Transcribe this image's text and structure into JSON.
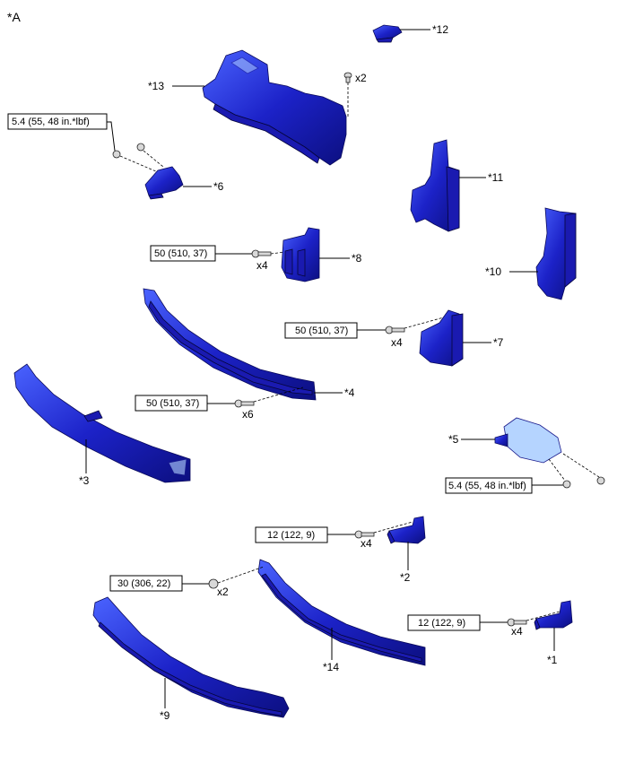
{
  "diagram_label": "*A",
  "parts": [
    {
      "id": "p1",
      "callout": "*1",
      "qty": "x4",
      "torque": "12 (122, 9)"
    },
    {
      "id": "p2",
      "callout": "*2",
      "qty": "x4",
      "torque": "12 (122, 9)"
    },
    {
      "id": "p3",
      "callout": "*3"
    },
    {
      "id": "p4",
      "callout": "*4",
      "qty": "x6",
      "torque": "50 (510, 37)"
    },
    {
      "id": "p5",
      "callout": "*5",
      "torque": "5.4 (55, 48 in.*lbf)"
    },
    {
      "id": "p6",
      "callout": "*6",
      "torque": "5.4 (55, 48 in.*lbf)"
    },
    {
      "id": "p7",
      "callout": "*7",
      "qty": "x4",
      "torque": "50 (510, 37)"
    },
    {
      "id": "p8",
      "callout": "*8",
      "qty": "x4",
      "torque": "50 (510, 37)"
    },
    {
      "id": "p9",
      "callout": "*9"
    },
    {
      "id": "p10",
      "callout": "*10"
    },
    {
      "id": "p11",
      "callout": "*11"
    },
    {
      "id": "p12",
      "callout": "*12"
    },
    {
      "id": "p13",
      "callout": "*13",
      "qty": "x2"
    },
    {
      "id": "p14",
      "callout": "*14",
      "qty": "x2",
      "torque": "30 (306, 22)"
    }
  ],
  "colors": {
    "part_blue": "#1c22c8",
    "part_highlight": "#4a63ff",
    "part_light": "#b5d4ff"
  }
}
